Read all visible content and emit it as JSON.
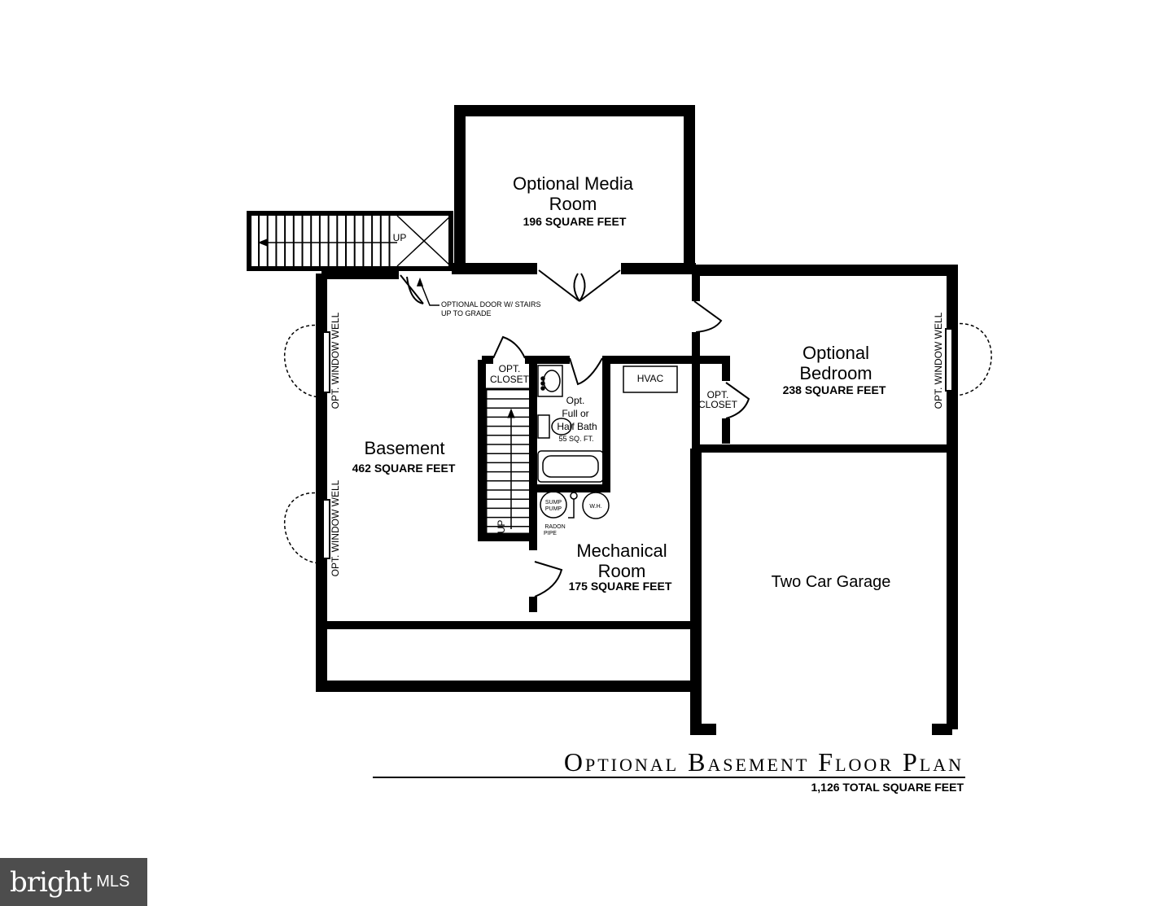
{
  "rooms": {
    "media": {
      "line1": "Optional Media",
      "line2": "Room",
      "area": "196 SQUARE FEET"
    },
    "bedroom": {
      "line1": "Optional",
      "line2": "Bedroom",
      "area": "238 SQUARE FEET"
    },
    "basement": {
      "name": "Basement",
      "area": "462 SQUARE FEET"
    },
    "mechanical": {
      "line1": "Mechanical",
      "line2": "Room",
      "area": "175 SQUARE FEET"
    },
    "bath": {
      "line1": "Opt.",
      "line2": "Full or",
      "line3": "Half Bath",
      "area": "55 SQ. FT."
    },
    "garage": {
      "name": "Two Car Garage"
    }
  },
  "labels": {
    "up": "UP",
    "optional_door_1": "OPTIONAL  DOOR W/ STAIRS",
    "optional_door_2": "UP TO GRADE",
    "closet_opt": "OPT.",
    "closet_word": "CLOSET",
    "hvac": "HVAC",
    "window_well": "OPT. WINDOW WELL",
    "sump_1": "SUMP",
    "sump_2": "PUMP",
    "radon_1": "RADON",
    "radon_2": "PIPE",
    "water_heater": "W.H."
  },
  "title": "Optional Basement Floor Plan",
  "total": "1,126 TOTAL SQUARE FEET",
  "logo": {
    "brand": "bright",
    "suffix": "MLS"
  }
}
